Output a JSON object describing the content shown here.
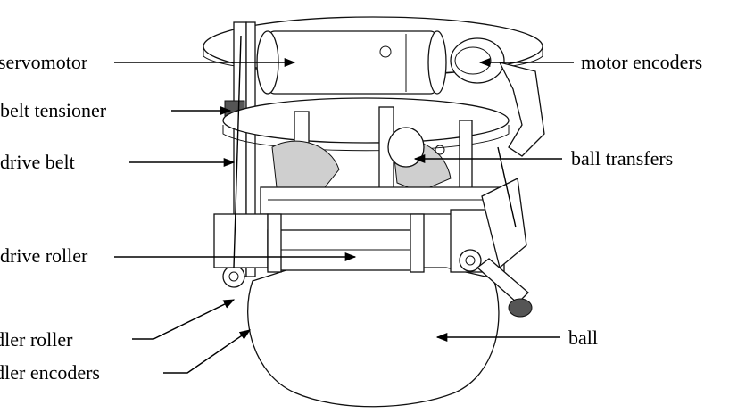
{
  "labels": {
    "servomotor": "servomotor",
    "belt_tensioner": "belt tensioner",
    "drive_belt": "drive belt",
    "drive_roller": "drive roller",
    "idler_roller": "idler roller",
    "idler_encoders": "idler encoders",
    "motor_encoders": "motor encoders",
    "ball_transfers": "ball transfers",
    "ball": "ball"
  }
}
